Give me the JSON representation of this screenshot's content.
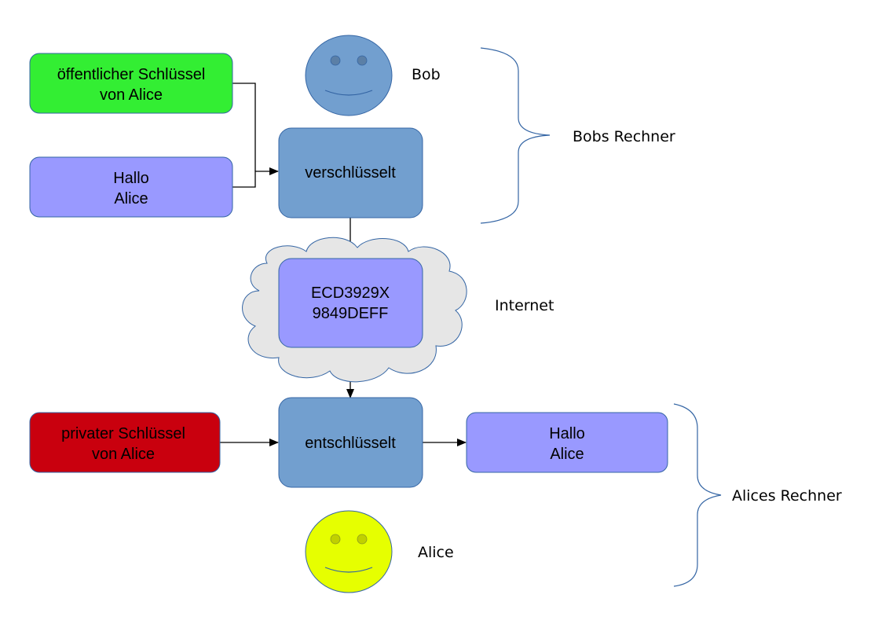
{
  "diagram": {
    "title": "Asymmetric encryption: Bob sends message to Alice",
    "colors": {
      "public_key": "#33ee33",
      "private_key": "#c9000e",
      "message": "#9999ff",
      "process": "#729fcf",
      "bob_face": "#729fcf",
      "alice_face": "#e6ff00",
      "cloud": "#e6e6e6",
      "outline": "#3465a4"
    },
    "nodes": {
      "public_key": {
        "line1": "öffentlicher Schlüssel",
        "line2": "von Alice"
      },
      "message_plain_bob": {
        "line1": "Hallo",
        "line2": "Alice"
      },
      "encrypt": {
        "label": "verschlüsselt"
      },
      "ciphertext": {
        "line1": "ECD3929X",
        "line2": "9849DEFF"
      },
      "private_key": {
        "line1": "privater Schlüssel",
        "line2": "von Alice"
      },
      "decrypt": {
        "label": "entschlüsselt"
      },
      "message_plain_alice": {
        "line1": "Hallo",
        "line2": "Alice"
      }
    },
    "labels": {
      "bob": "Bob",
      "bobs_computer": "Bobs Rechner",
      "internet": "Internet",
      "alices_computer": "Alices Rechner",
      "alice": "Alice"
    }
  }
}
